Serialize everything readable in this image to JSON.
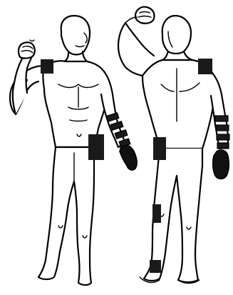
{
  "figure": {
    "views": [
      "front",
      "back"
    ],
    "marker_color": "#1a1a1a",
    "line_color": "#000000",
    "background": "#ffffff",
    "front_view": {
      "marked_regions": [
        "shoulder-left",
        "forearm-right",
        "hand-right",
        "hip-right"
      ]
    },
    "back_view": {
      "marked_regions": [
        "shoulder-right",
        "forearm-right",
        "hand-right",
        "hip-left",
        "calf-left",
        "ankle-left"
      ]
    }
  }
}
